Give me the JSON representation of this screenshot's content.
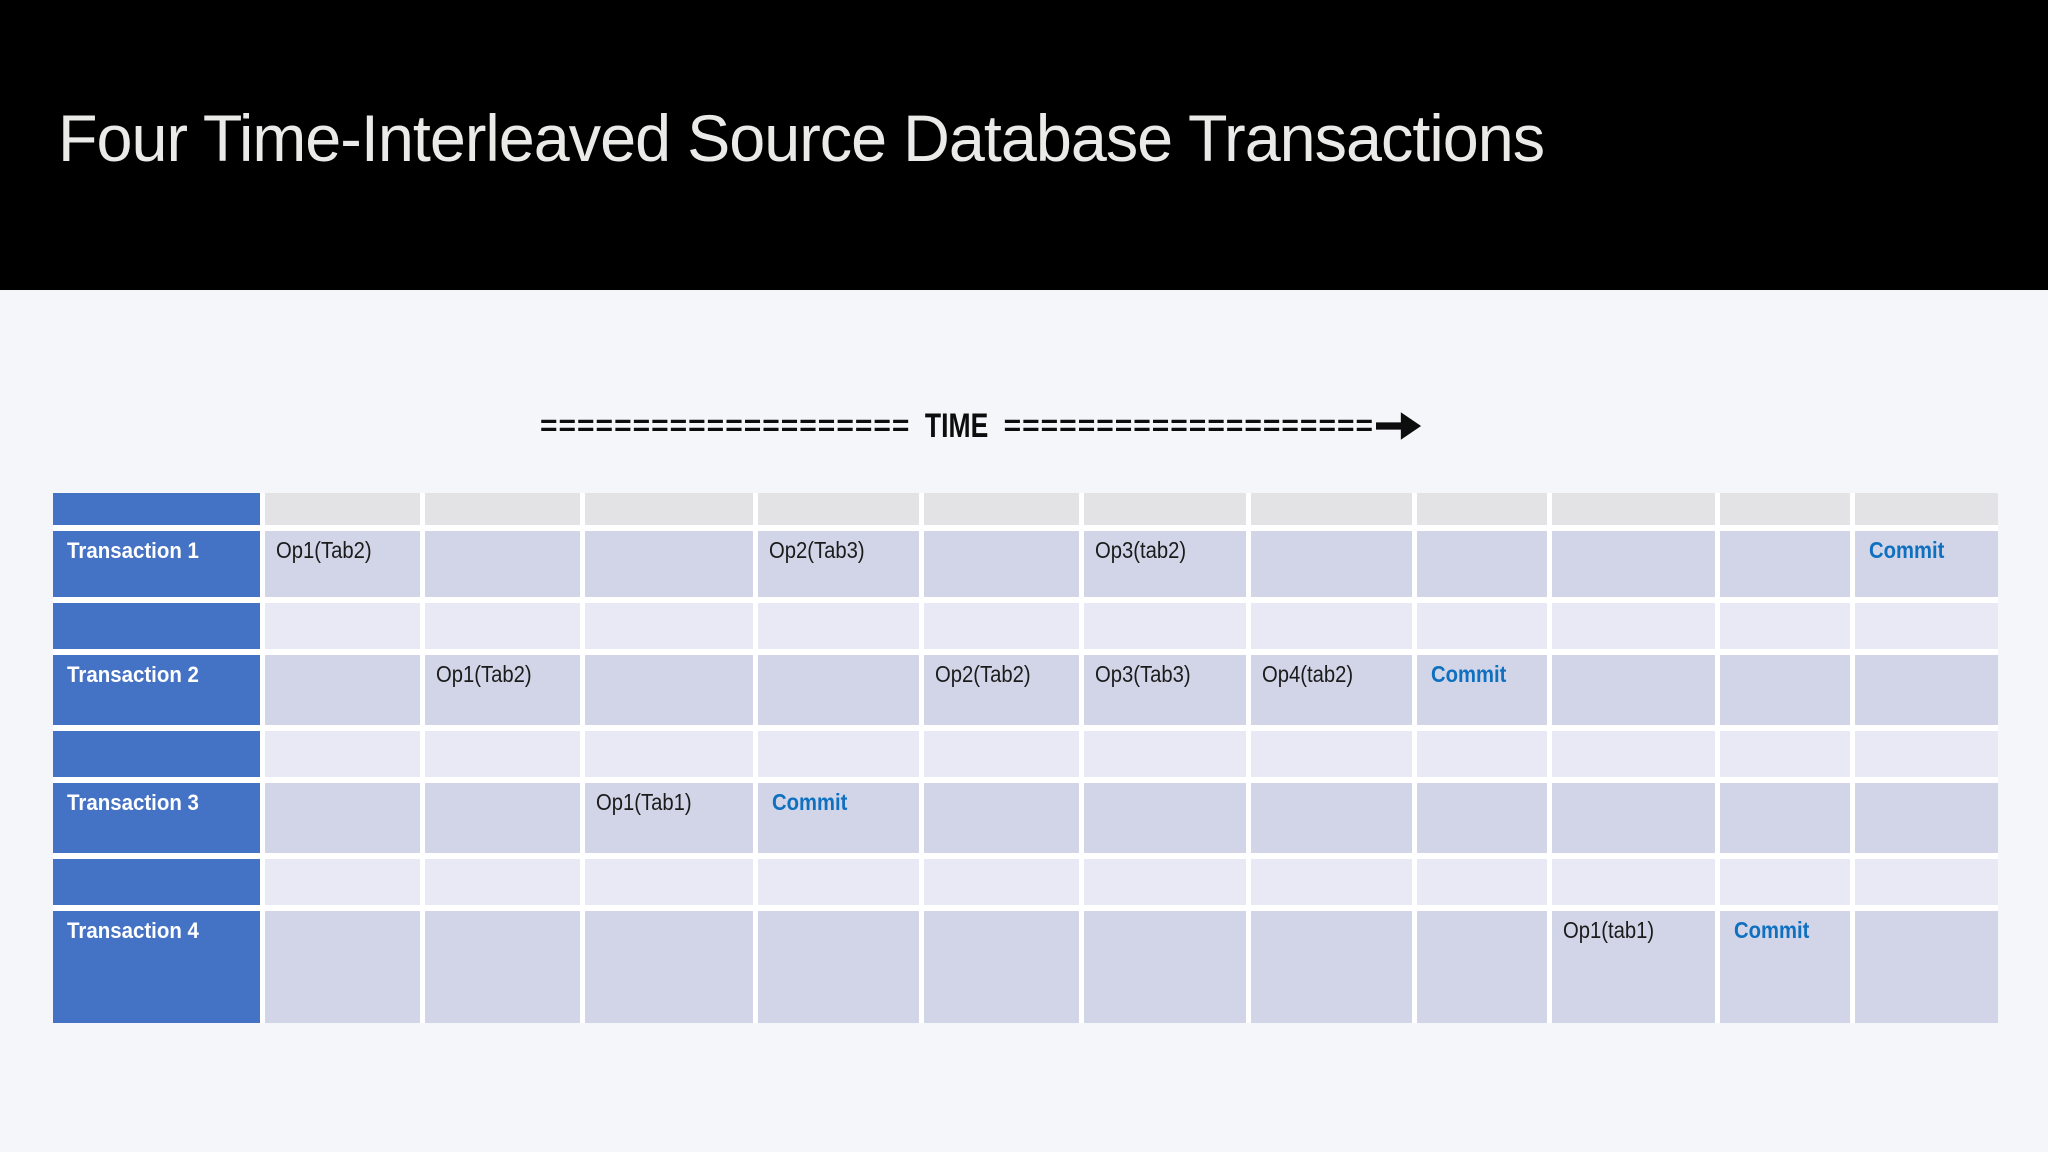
{
  "title": "Four Time-Interleaved Source Database Transactions",
  "time_axis": {
    "left_dashes": "====================",
    "label": "TIME",
    "right_dashes": "====================",
    "arrow_icon": "right-arrow"
  },
  "table": {
    "time_columns": 11,
    "commit_label": "Commit",
    "rows": [
      {
        "type": "header",
        "label": ""
      },
      {
        "type": "transaction",
        "label": "Transaction 1",
        "ops": {
          "1": "Op1(Tab2)",
          "4": "Op2(Tab3)",
          "6": "Op3(tab2)",
          "11": "Commit"
        }
      },
      {
        "type": "spacer"
      },
      {
        "type": "transaction",
        "label": "Transaction 2",
        "ops": {
          "2": "Op1(Tab2)",
          "5": "Op2(Tab2)",
          "6": "Op3(Tab3)",
          "7": "Op4(tab2)",
          "8": "Commit"
        }
      },
      {
        "type": "spacer"
      },
      {
        "type": "transaction",
        "label": "Transaction 3",
        "ops": {
          "3": "Op1(Tab1)",
          "4": "Commit"
        }
      },
      {
        "type": "spacer"
      },
      {
        "type": "transaction",
        "label": "Transaction 4",
        "ops": {
          "9": "Op1(tab1)",
          "10": "Commit"
        }
      }
    ]
  },
  "colors": {
    "band_black": "#000000",
    "page_bg": "#F4F6FA",
    "title_text": "#EAEAE8",
    "accent_blue": "#4472C4",
    "cell_lavender": "#D1D5E7",
    "cell_spacer": "#E8E9F4",
    "cell_header": "#E3E3E6",
    "commit_blue": "#1070C0",
    "op_text": "#1B1B1B",
    "time_line": "#0D0D0D"
  }
}
